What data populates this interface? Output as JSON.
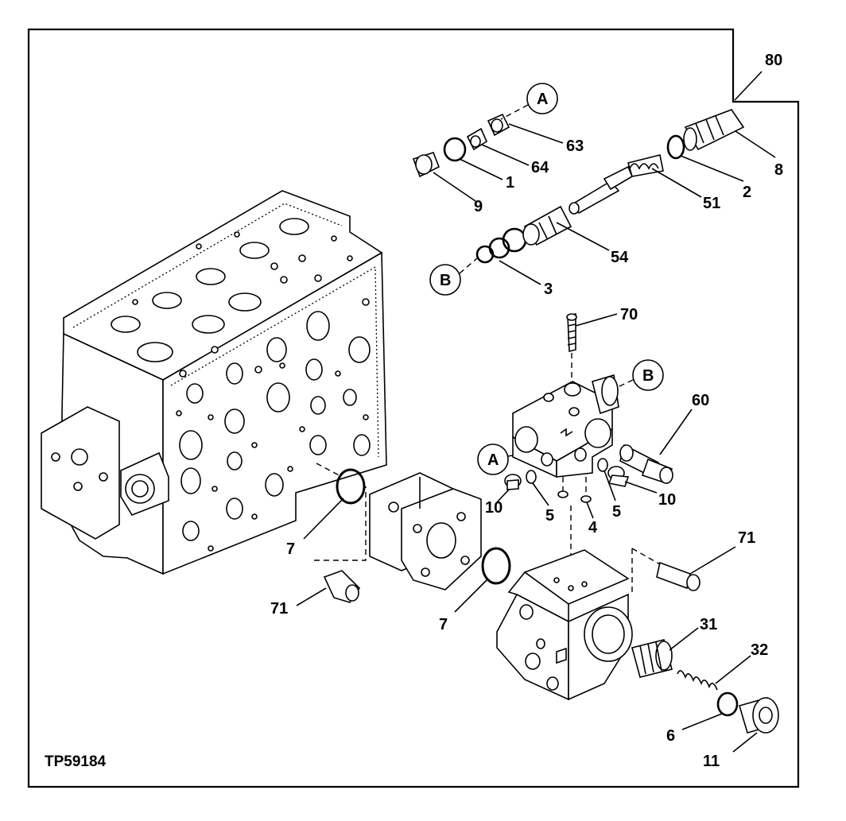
{
  "figure_code": "TP59184",
  "assembly_ref": "80",
  "callouts": {
    "c1": "1",
    "c2": "2",
    "c3": "3",
    "c4": "4",
    "c5a": "5",
    "c5b": "5",
    "c6": "6",
    "c7a": "7",
    "c7b": "7",
    "c8": "8",
    "c9": "9",
    "c10a": "10",
    "c10b": "10",
    "c11": "11",
    "c31": "31",
    "c32": "32",
    "c51": "51",
    "c54": "54",
    "c60": "60",
    "c63": "63",
    "c64": "64",
    "c70": "70",
    "c71a": "71",
    "c71b": "71"
  },
  "reference_markers": {
    "a_top": "A",
    "b_left": "B",
    "b_right": "B",
    "a_mid": "A"
  }
}
